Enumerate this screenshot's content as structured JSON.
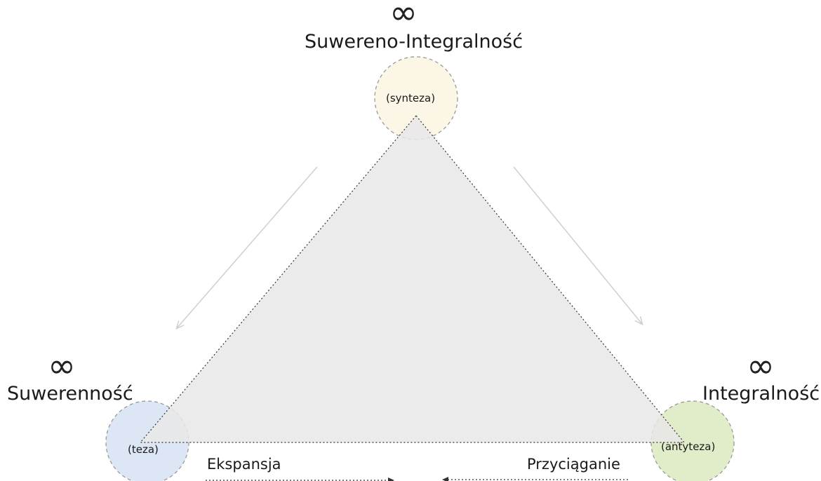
{
  "nodes": {
    "top": {
      "title": "Suwereno-Integralność",
      "role": "(synteza)",
      "fill": "#fbf6e6"
    },
    "left": {
      "title": "Suwerenność",
      "role": "(teza)",
      "fill": "#dce6f5"
    },
    "right": {
      "title": "Integralność",
      "role": "(antyteza)",
      "fill": "#e1ecc8"
    }
  },
  "arrows": {
    "left_bottom": "Ekspansja",
    "right_bottom": "Przyciąganie"
  },
  "symbols": {
    "infinity": "∞"
  },
  "colors": {
    "triangle_fill": "#eeeeee",
    "dotted_line": "#333333",
    "side_arrows": "#cfcfcf",
    "circle_border": "#9a9a9a"
  }
}
